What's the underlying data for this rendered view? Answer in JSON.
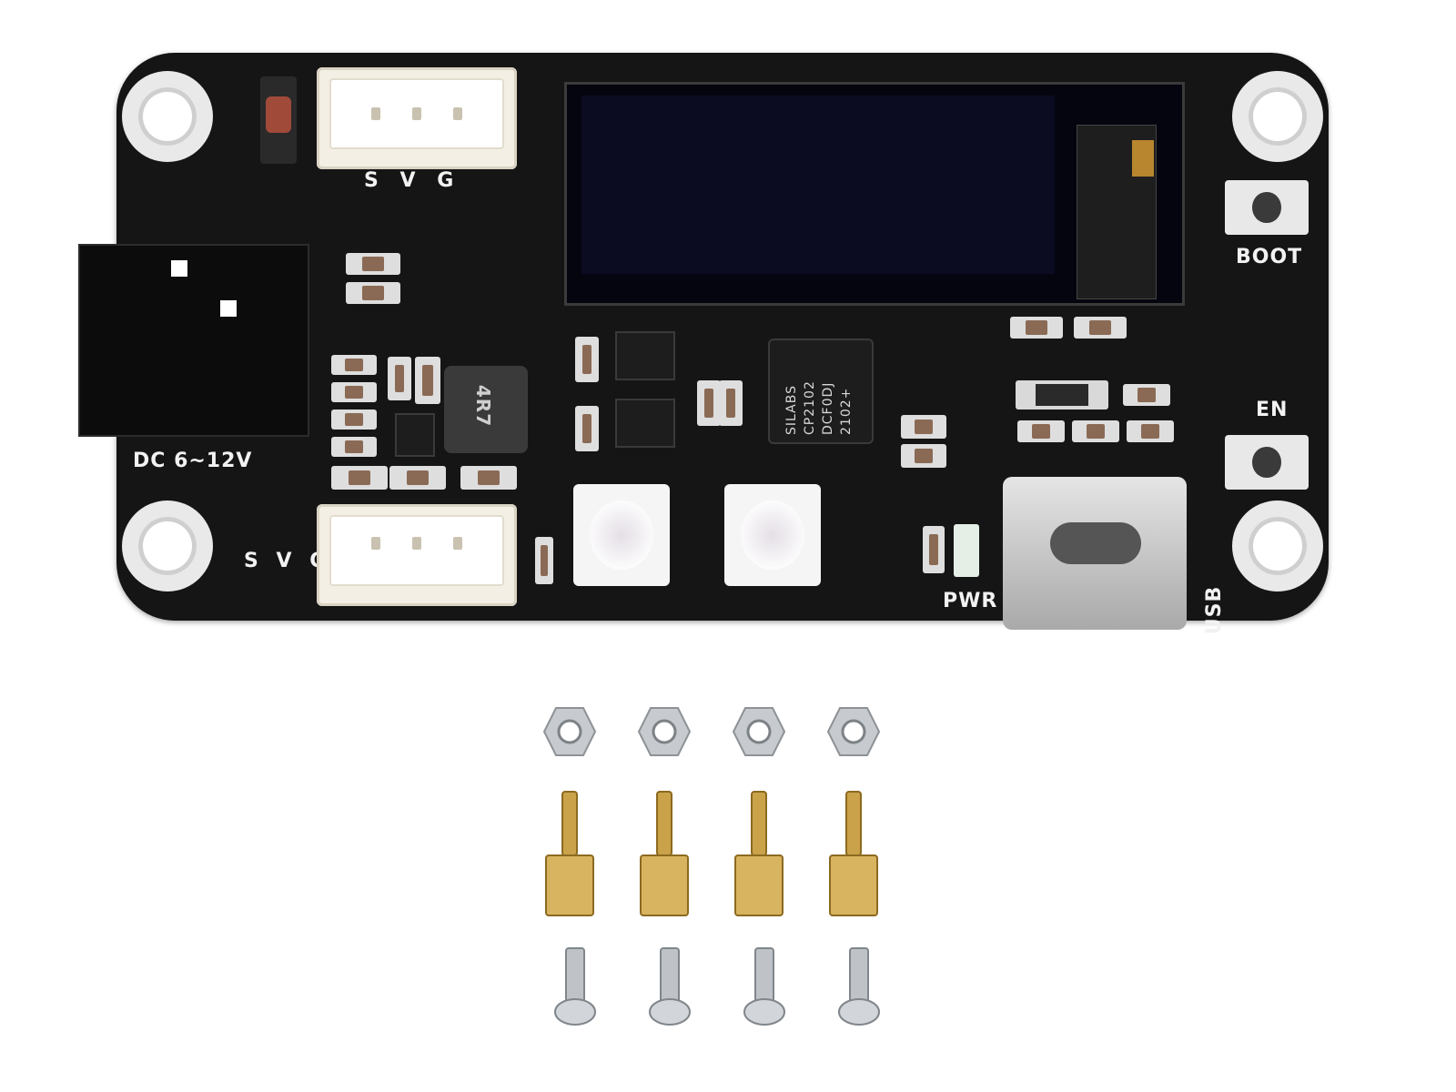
{
  "board": {
    "top_connector_pins": "S V G",
    "left_connector_pins": "S V G",
    "dc_label": "DC 6~12V",
    "boot_label": "BOOT",
    "en_label": "EN",
    "pwr_label": "PWR",
    "usb_label": "USB",
    "chip_marking": [
      "SILABS",
      "CP2102",
      "DCF0DJ",
      "2102+"
    ],
    "inductor_marking": "4R7",
    "colors": {
      "pcb": "#151515",
      "silkscreen": "#f2f2f2",
      "connector": "#f3efe4",
      "brass": "#c9a24a",
      "steel": "#bfc3c7"
    }
  },
  "accessories": {
    "nut_count": 4,
    "standoff_count": 4,
    "screw_count": 4
  }
}
